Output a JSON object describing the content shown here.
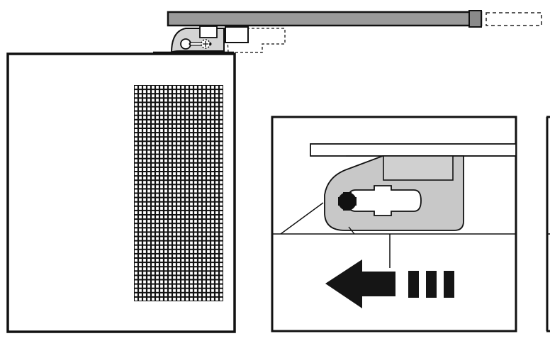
{
  "diagram": {
    "figure": "mounting-bracket-installation",
    "views": [
      "overview",
      "detail-slide-left",
      "detail-partial"
    ],
    "colors": {
      "line": "#111111",
      "panel_fill": "#ffffff",
      "bracket_fill": "#c8c8c8",
      "rail_fill": "#9a9a9a",
      "arrow_fill": "#151515"
    },
    "icons": [
      "left-arrow-icon",
      "dash-segment-icon",
      "vent-grille-icon",
      "keyhole-slot-icon"
    ],
    "grille": {
      "columns": 21,
      "rows": 50
    },
    "arrow_direction": "left",
    "trail_dashes": 3
  }
}
